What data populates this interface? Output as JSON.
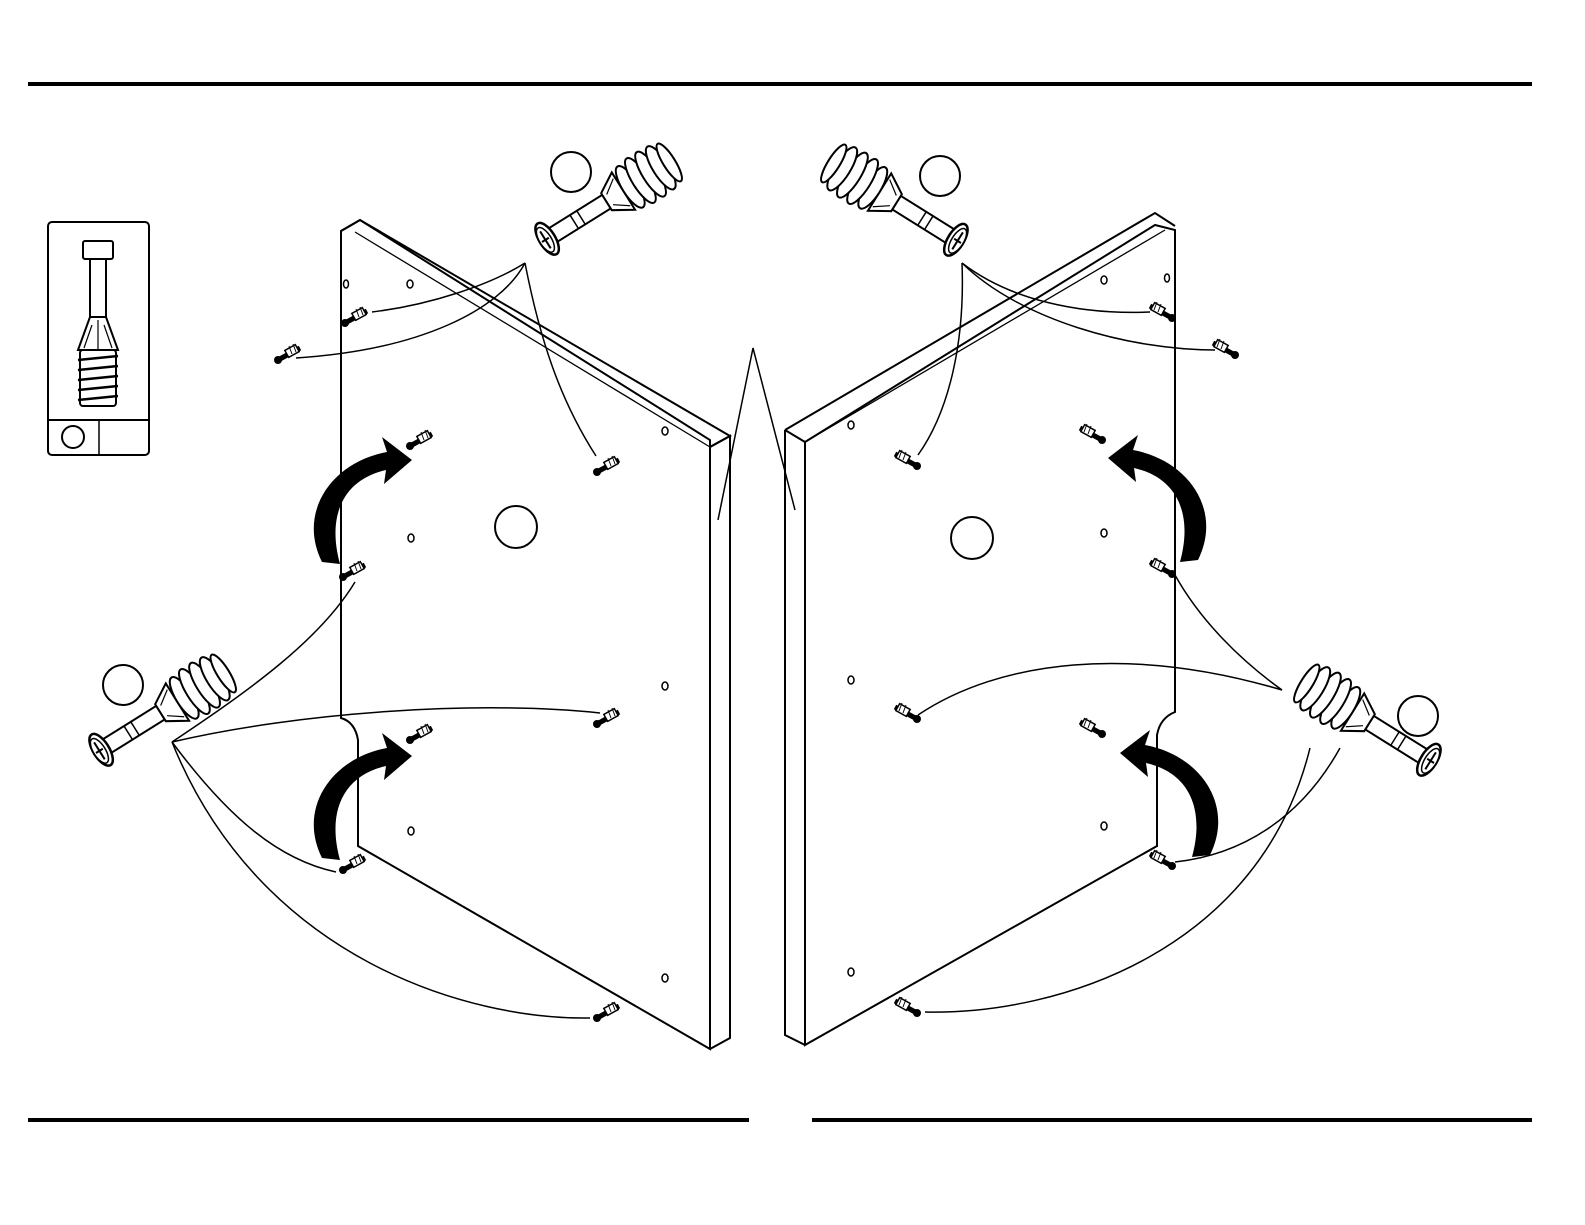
{
  "page": {
    "background": "#ffffff",
    "line_color": "#000000"
  },
  "inset": {
    "part_icon": "cam-dowel-screw-icon",
    "part_label": "",
    "part_count": ""
  },
  "panels": [
    {
      "name": "left-side-panel",
      "label": ""
    },
    {
      "name": "right-side-panel",
      "label": ""
    }
  ],
  "callouts": [
    {
      "name": "callout-top-left",
      "label": ""
    },
    {
      "name": "callout-top-right",
      "label": ""
    },
    {
      "name": "callout-bottom-left",
      "label": ""
    },
    {
      "name": "callout-bottom-right",
      "label": ""
    }
  ],
  "icons": {
    "arrows": "curved-insert-arrow-icon",
    "dowel": "cam-dowel-icon",
    "hole": "pre-drilled-hole-icon"
  }
}
